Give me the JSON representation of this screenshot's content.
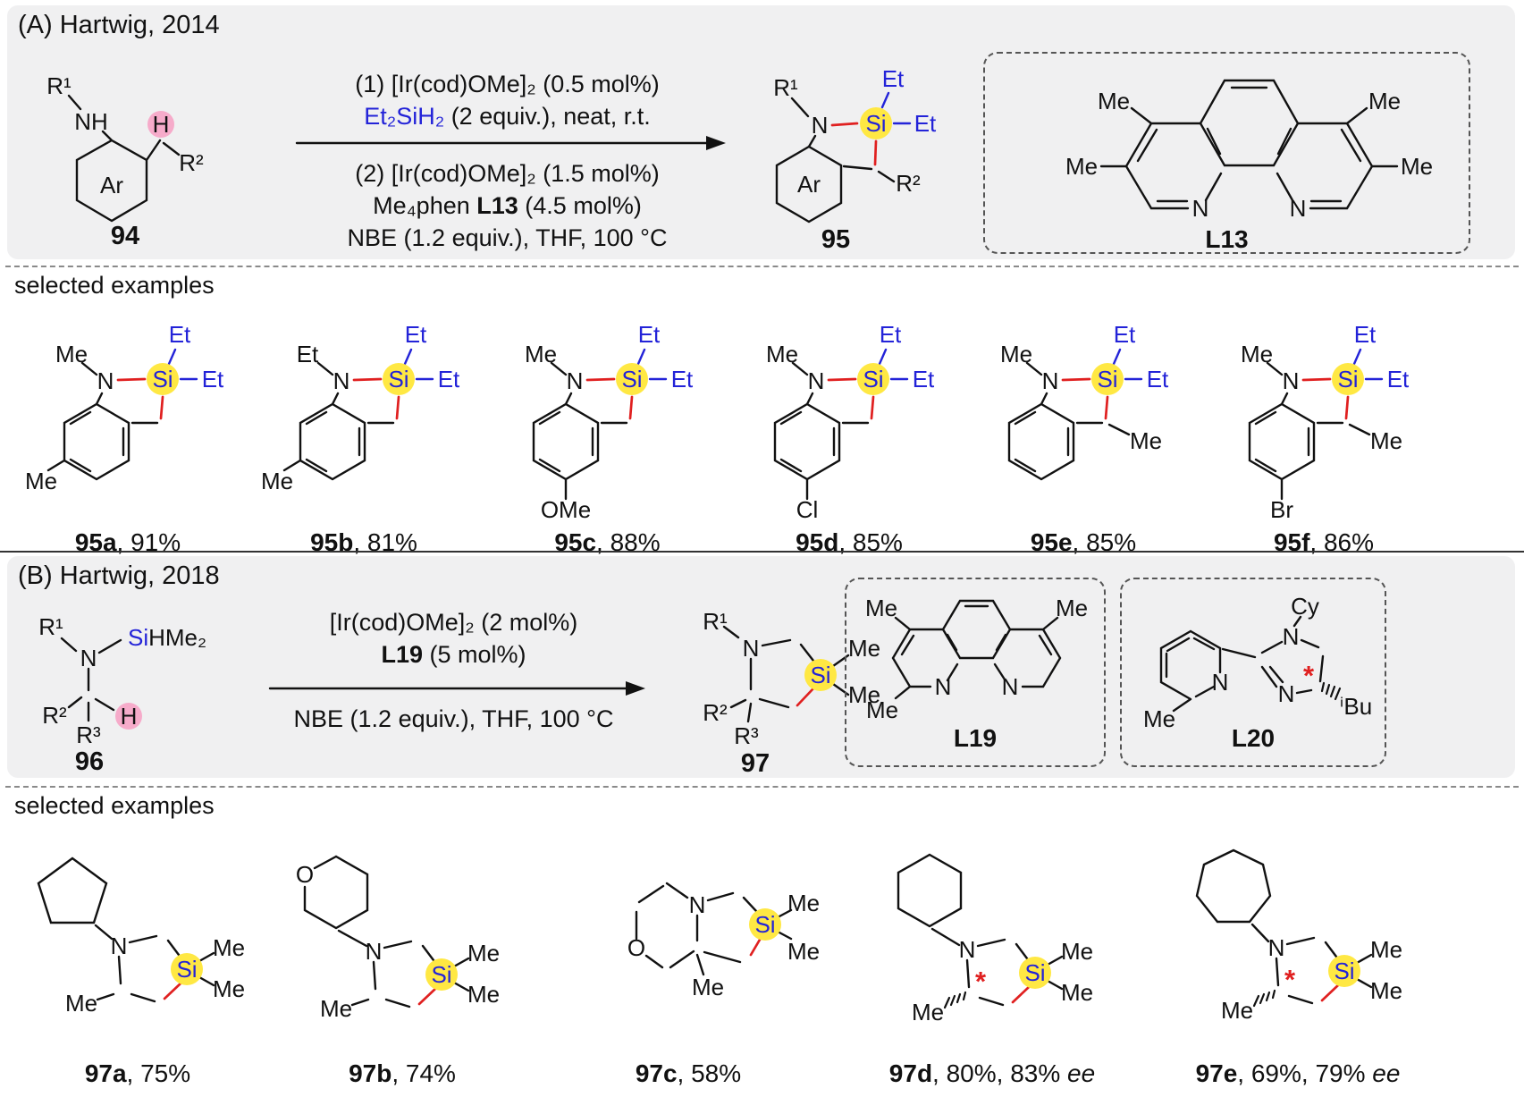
{
  "panel_a": {
    "header": "(A) Hartwig, 2014",
    "substrate_label": "94",
    "product_label": "95",
    "selected_examples": "selected examples",
    "ligand_label": "L13",
    "cond_above_1": "(1) [Ir(cod)OMe]₂ (0.5 mol%)",
    "cond_above_2_blue": "Et₂SiH₂",
    "cond_above_2_rest": " (2 equiv.), neat, r.t.",
    "cond_below_1": "(2) [Ir(cod)OMe]₂ (1.5 mol%)",
    "cond_below_2_pre": "Me₄phen ",
    "cond_below_2_bold": "L13",
    "cond_below_2_post": " (4.5 mol%)",
    "cond_below_3": "NBE (1.2 equiv.), THF, 100 °C"
  },
  "panel_b": {
    "header": "(B) Hartwig, 2018",
    "substrate_label": "96",
    "product_label": "97",
    "selected_examples": "selected examples",
    "ligand1_label": "L19",
    "ligand2_label": "L20",
    "cond_above_1": "[Ir(cod)OMe]₂ (2 mol%)",
    "cond_above_2_bold": "L19",
    "cond_above_2_post": " (5 mol%)",
    "cond_below_1": "NBE (1.2 equiv.), THF, 100 °C"
  },
  "labels": {
    "r1": "R¹",
    "r2": "R²",
    "r3": "R³",
    "n": "N",
    "nh": "NH",
    "h": "H",
    "o": "O",
    "si": "Si",
    "sih_rest": "HMe₂",
    "et": "Et",
    "me": "Me",
    "ar": "Ar",
    "ome": "OMe",
    "cl": "Cl",
    "br": "Br",
    "cy": "Cy",
    "ibu": "ⁱBu",
    "star": "*"
  },
  "examples_a": [
    {
      "id": "95a",
      "rest": ", 91%"
    },
    {
      "id": "95b",
      "rest": ", 81%"
    },
    {
      "id": "95c",
      "rest": ", 88%"
    },
    {
      "id": "95d",
      "rest": ", 85%"
    },
    {
      "id": "95e",
      "rest": ", 85%"
    },
    {
      "id": "95f",
      "rest": ", 86%"
    }
  ],
  "examples_b": [
    {
      "id": "97a",
      "rest": ", 75%"
    },
    {
      "id": "97b",
      "rest": ", 74%"
    },
    {
      "id": "97c",
      "rest": ", 58%"
    },
    {
      "id": "97d",
      "rest": ", 80%, 83% ",
      "italic": "ee"
    },
    {
      "id": "97e",
      "rest": ", 69%, 79% ",
      "italic": "ee"
    }
  ],
  "colors": {
    "bond": "#111111",
    "new_bond_red": "#e02020",
    "silicon_blue": "#2323d8",
    "si_highlight_yellow": "#ffe843",
    "h_highlight_pink": "#f6abca",
    "panel_background": "#f0f0f1"
  }
}
